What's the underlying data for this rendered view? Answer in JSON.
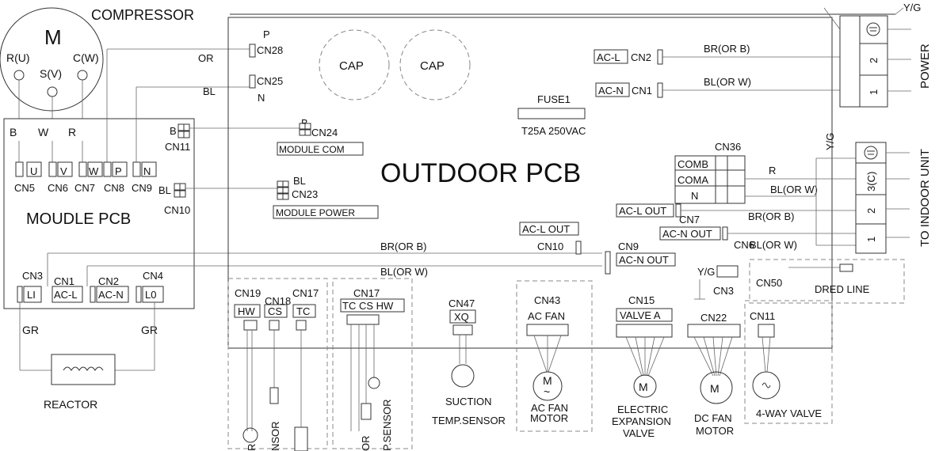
{
  "labels": {
    "compressor": "COMPRESSOR",
    "motor_m": "M",
    "ru": "R(U)",
    "sv": "S(V)",
    "cw": "C(W)",
    "or": "OR",
    "bl": "BL",
    "p": "P",
    "n": "N",
    "cn28": "CN28",
    "cn25": "CN25",
    "cap1": "CAP",
    "cap2": "CAP",
    "acl": "AC-L",
    "acn": "AC-N",
    "cn2_top": "CN2",
    "cn1_top": "CN1",
    "bror_b": "BR(OR B)",
    "blor_w": "BL(OR W)",
    "fuse1": "FUSE1",
    "fuse_rating": "T25A 250VAC",
    "yg": "Y/G",
    "power": "POWER",
    "t2": "2",
    "t1": "1",
    "b": "B",
    "w": "W",
    "r": "R",
    "cn11_mod": "CN11",
    "cn24": "CN24",
    "module_com": "MODULE COM",
    "u": "U",
    "v": "V",
    "pw": "W",
    "pp": "P",
    "pn": "N",
    "cn5": "CN5",
    "cn6": "CN6",
    "cn7_mod": "CN7",
    "cn8": "CN8",
    "cn9_mod": "CN9",
    "cn10_mod": "CN10",
    "cn23": "CN23",
    "module_power": "MODULE POWER",
    "moudle_pcb": "MOUDLE PCB",
    "outdoor_pcb": "OUTDOOR PCB",
    "cn36": "CN36",
    "comb": "COMB",
    "coma": "COMA",
    "n36": "N",
    "acl_out": "AC-L OUT",
    "acn_out": "AC-N OUT",
    "cn7": "CN7",
    "t3c": "3(C)",
    "to_indoor": "TO INDOOR UNIT",
    "cn10": "CN10",
    "cn9": "CN9",
    "br_or_b_mid": "BR(OR B)",
    "bl_or_w_mid": "BL(OR W)",
    "acl_out_mid": "AC-L OUT",
    "acn_out_mid": "AC-N OUT",
    "cn3": "CN3",
    "cn1": "CN1",
    "cn2": "CN2",
    "cn4": "CN4",
    "li": "LI",
    "acl_box": "AC-L",
    "acn_box": "AC-N",
    "l0": "L0",
    "gr1": "GR",
    "gr2": "GR",
    "reactor": "REACTOR",
    "cn19": "CN19",
    "cn18": "CN18",
    "cn17a": "CN17",
    "hw": "HW",
    "cs": "CS",
    "tc": "TC",
    "cn17b": "CN17",
    "tc_cs_hw": "TC CS HW",
    "cn47": "CN47",
    "xq": "XQ",
    "suction1": "SUCTION",
    "suction2": "TEMP.SENSOR",
    "cn43": "CN43",
    "ac_fan": "AC FAN",
    "acfan_m": "M",
    "acfan_tilde": "~",
    "ac_fan_motor1": "AC FAN",
    "ac_fan_motor2": "MOTOR",
    "cn15": "CN15",
    "valve_a": "VALVE A",
    "eev_m": "M",
    "eev1": "ELECTRIC",
    "eev2": "EXPANSION",
    "eev3": "VALVE",
    "cn22": "CN22",
    "dcfan_m": "M",
    "dcfan1": "DC FAN",
    "dcfan2": "MOTOR",
    "cn11": "CN11",
    "fourway": "4-WAY VALVE",
    "yg_pe": "Y/G PE",
    "cn3_pe": "CN3",
    "cn50": "CN50",
    "dred": "DRED LINE",
    "sensor_cut1": "NSOR",
    "sensor_cut2": "R",
    "sensor_cut3": "OR",
    "sensor_cut4": "P.SENSOR"
  },
  "colors": {
    "line": "#333333",
    "light_line": "#666666",
    "text": "#111111"
  }
}
